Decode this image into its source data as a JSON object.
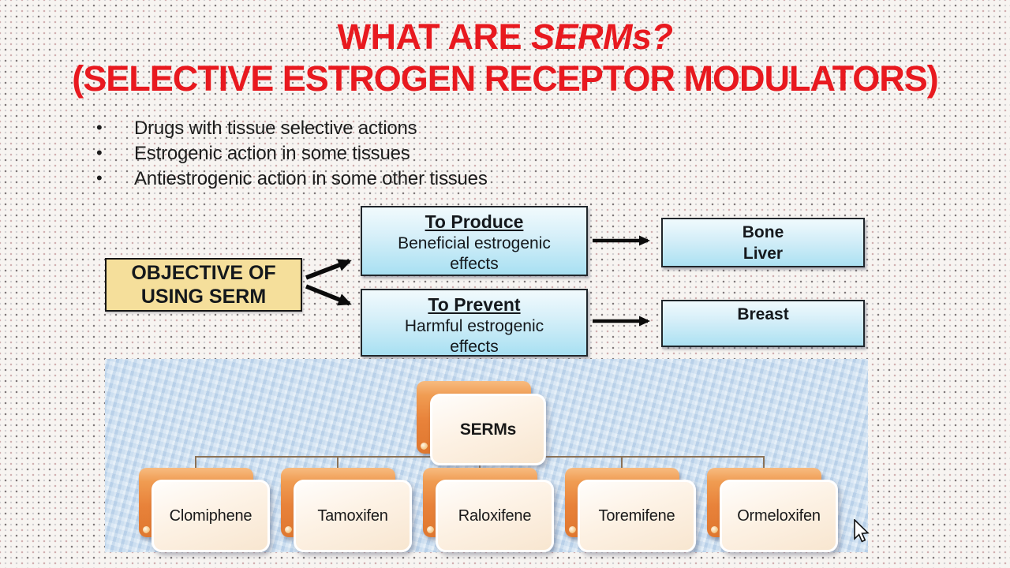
{
  "slide": {
    "title": {
      "line1_regular": "WHAT ARE ",
      "line1_italic": "SERMs?",
      "line2": "(SELECTIVE ESTROGEN RECEPTOR MODULATORS)",
      "color": "#e8191f"
    },
    "bullets": [
      "Drugs with tissue selective actions",
      "Estrogenic action in some tissues",
      "Antiestrogenic action in some other tissues"
    ],
    "bullet_glyph": "•",
    "flowchart": {
      "objective": {
        "line1": "OBJECTIVE OF",
        "line2": "USING SERM",
        "fill": "#f5df9b"
      },
      "produce": {
        "heading": "To Produce",
        "body": "Beneficial estrogenic effects"
      },
      "prevent": {
        "heading": "To Prevent",
        "body": "Harmful estrogenic effects"
      },
      "produce_target": {
        "line1": "Bone",
        "line2": "Liver"
      },
      "prevent_target": {
        "line1": "Breast"
      },
      "box_fill_top": "#f1fafd",
      "box_fill_bottom": "#a8e0f2",
      "arrow_color": "#0b0b0b"
    },
    "org_chart": {
      "root": "SERMs",
      "children": [
        "Clomiphene",
        "Tamoxifen",
        "Raloxifene",
        "Toremifene",
        "Ormeloxifen"
      ],
      "panel_fill": "#c8dcee",
      "node_back_color": "#e8823a",
      "node_front_color": "#fdf2e5",
      "connector_color": "#8b7257"
    }
  }
}
